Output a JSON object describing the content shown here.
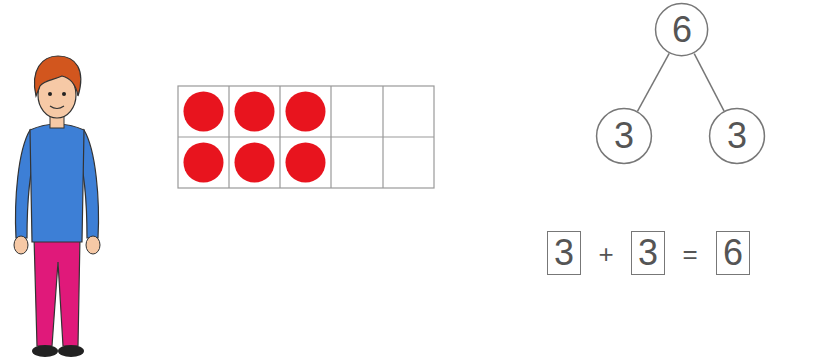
{
  "diagram": {
    "nodes": [
      {
        "text": [
          "6"
        ]
      },
      {
        "text": [
          "3"
        ]
      },
      {
        "text": [
          "3"
        ]
      },
      {
        "text": [
          "3"
        ]
      },
      {
        "text": [
          "3"
        ]
      },
      {
        "text": [
          "6"
        ]
      }
    ],
    "edges": [
      {
        "from": 0,
        "to": 1,
        "arrow": "none"
      },
      {
        "from": 0,
        "to": 2,
        "arrow": "none"
      }
    ],
    "labels": [
      "+",
      "="
    ]
  }
}
